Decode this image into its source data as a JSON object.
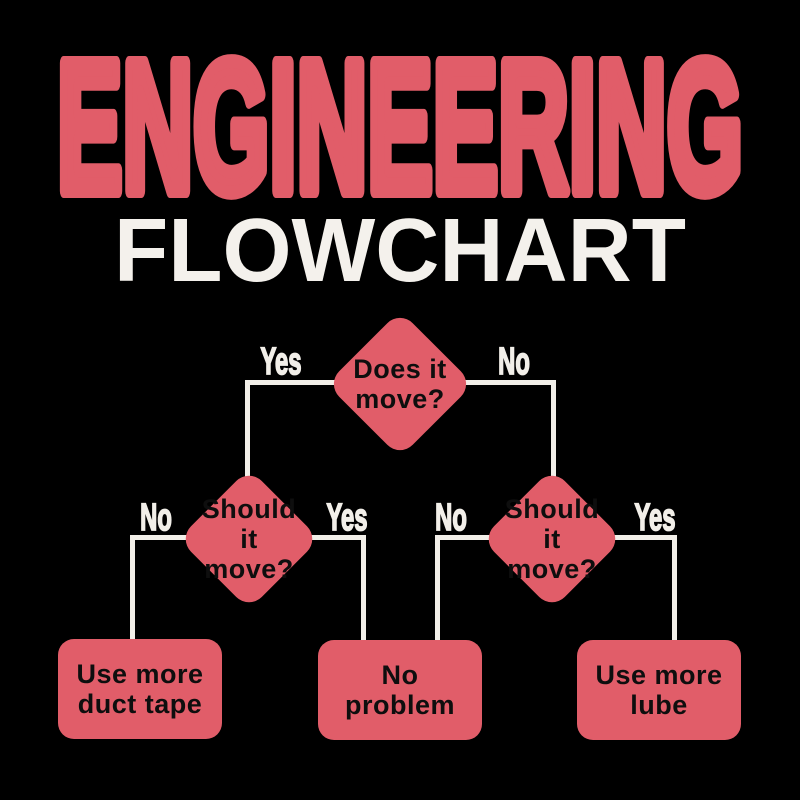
{
  "colors": {
    "background": "#000000",
    "accent": "#e15d69",
    "line": "#f2efe9",
    "node_text": "#0e0e0e",
    "subtitle_text": "#f4f1ec"
  },
  "title": {
    "line1": "ENGINEERING",
    "line2": "FLOWCHART"
  },
  "flowchart": {
    "decisions": {
      "top": {
        "label": "Does it\nmove?"
      },
      "left": {
        "label": "Should\nit move?"
      },
      "right": {
        "label": "Should\nit move?"
      }
    },
    "outcomes": {
      "duct_tape": {
        "label": "Use more\nduct tape"
      },
      "no_problem": {
        "label": "No\nproblem"
      },
      "lube": {
        "label": "Use more\nlube"
      }
    },
    "edge_labels": {
      "top_yes": "Yes",
      "top_no": "No",
      "left_no": "No",
      "left_yes": "Yes",
      "right_no": "No",
      "right_yes": "Yes"
    }
  }
}
